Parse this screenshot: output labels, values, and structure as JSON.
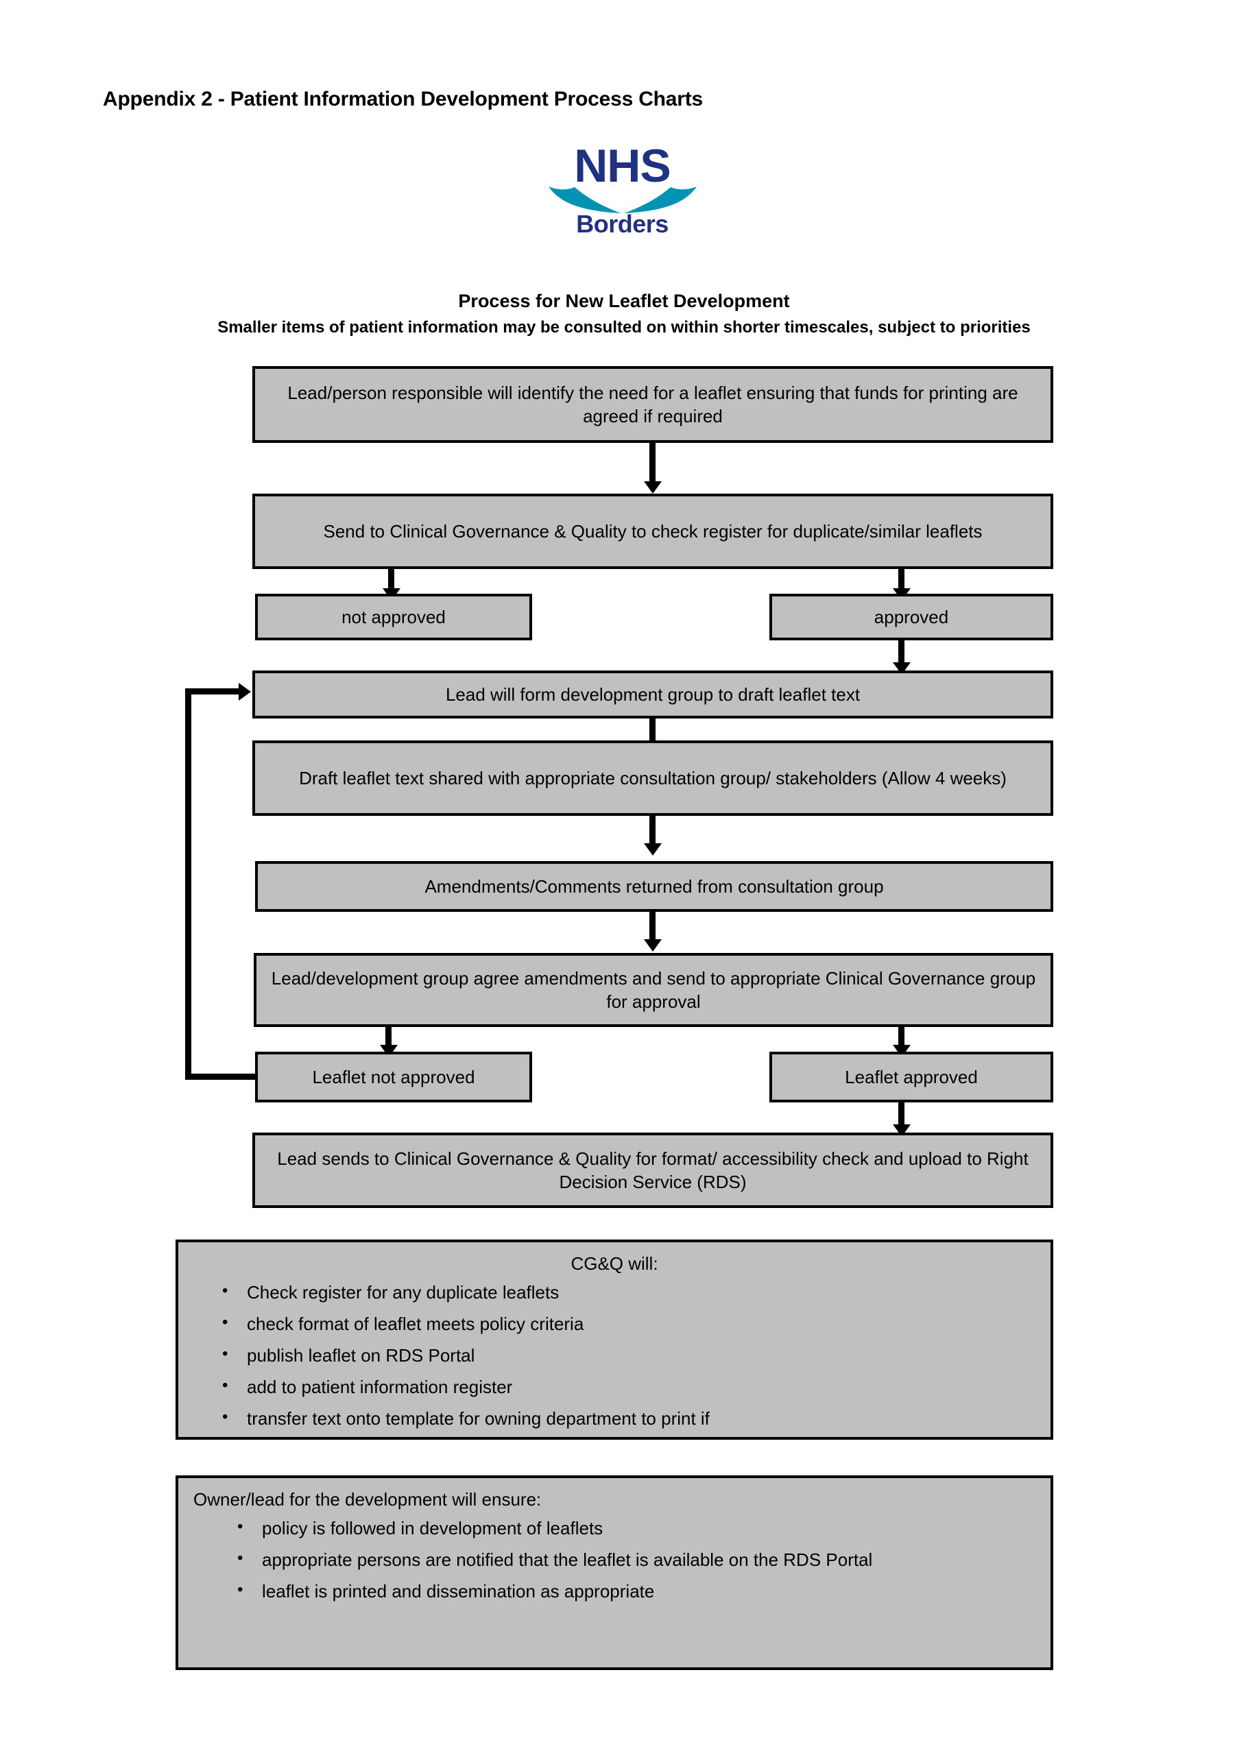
{
  "header": {
    "appendix_title": "Appendix 2 - Patient Information Development Process Charts"
  },
  "logo": {
    "name": "nhs-borders-logo",
    "primary_text": "NHS",
    "secondary_text": "Borders",
    "navy": "#1f3180",
    "cyan": "#0093b2"
  },
  "chart_heading": {
    "title": "Process for New Leaflet Development",
    "subtitle": "Smaller items of patient information may be consulted on within shorter timescales, subject to priorities"
  },
  "chart_data": {
    "type": "flowchart",
    "title": "Process for New Leaflet Development",
    "nodes": [
      {
        "id": "n1",
        "label": "Lead/person responsible will identify the need for a leaflet ensuring that funds for printing are agreed if required"
      },
      {
        "id": "n2",
        "label": "Send to Clinical Governance & Quality to check register for duplicate/similar leaflets"
      },
      {
        "id": "n3",
        "label": "not approved"
      },
      {
        "id": "n4",
        "label": "approved"
      },
      {
        "id": "n5",
        "label": "Lead will form development group to draft leaflet text"
      },
      {
        "id": "n6",
        "label": "Draft leaflet text shared with appropriate consultation group/ stakeholders (Allow 4 weeks)"
      },
      {
        "id": "n7",
        "label": "Amendments/Comments returned from consultation group"
      },
      {
        "id": "n8",
        "label": "Lead/development group agree amendments and send to appropriate Clinical Governance group for approval"
      },
      {
        "id": "n9",
        "label": "Leaflet not approved"
      },
      {
        "id": "n10",
        "label": "Leaflet approved"
      },
      {
        "id": "n11",
        "label": "Lead sends to Clinical Governance & Quality for format/ accessibility check and upload to Right Decision Service (RDS)"
      }
    ],
    "edges": [
      {
        "from": "n1",
        "to": "n2"
      },
      {
        "from": "n2",
        "to": "n3"
      },
      {
        "from": "n2",
        "to": "n4"
      },
      {
        "from": "n4",
        "to": "n5"
      },
      {
        "from": "n5",
        "to": "n6"
      },
      {
        "from": "n6",
        "to": "n7"
      },
      {
        "from": "n7",
        "to": "n8"
      },
      {
        "from": "n8",
        "to": "n9"
      },
      {
        "from": "n8",
        "to": "n10"
      },
      {
        "from": "n9",
        "to": "n5"
      },
      {
        "from": "n10",
        "to": "n11"
      }
    ],
    "node_fill": "#c0c0c0",
    "node_stroke": "#000000"
  },
  "notes": {
    "cgq": {
      "title": "CG&Q will:",
      "items": [
        "Check register for any duplicate leaflets",
        "check format of leaflet meets policy criteria",
        "publish leaflet on RDS Portal",
        "add to patient information register",
        "transfer text onto template for owning department to print if"
      ]
    },
    "owner": {
      "title": "Owner/lead for the development will ensure:",
      "items": [
        "policy is followed in development of leaflets",
        "appropriate persons are notified that the leaflet is available on the RDS Portal",
        "leaflet is printed and dissemination as appropriate"
      ]
    }
  }
}
